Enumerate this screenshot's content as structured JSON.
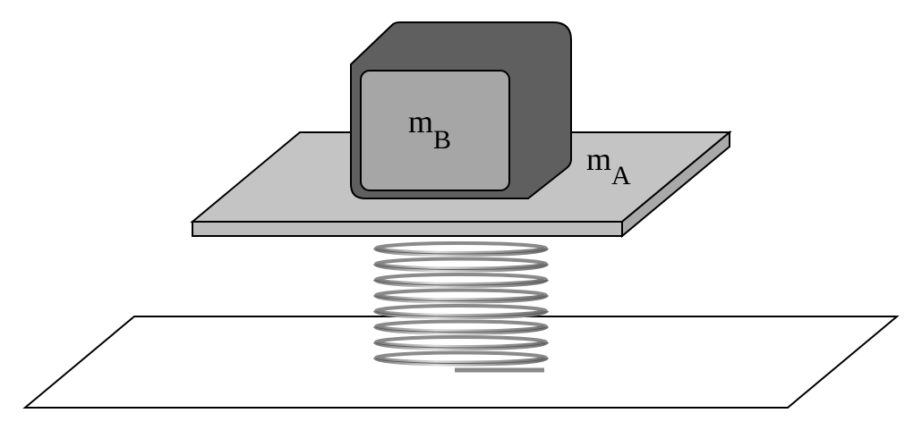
{
  "labels": {
    "block_b": {
      "main": "m",
      "sub": "B"
    },
    "plate_a": {
      "main": "m",
      "sub": "A"
    }
  },
  "colors": {
    "ground_fill": "#ffffff",
    "outline": "#000000",
    "plate_top": "#c4c4c4",
    "plate_edge": "#bdbdbd",
    "block_dark": "#5f5f5f",
    "block_face": "#a6a6a6",
    "spring_light": "#d9d9d9",
    "spring_mid": "#9a9a9a",
    "spring_dark": "#6f6f6f"
  }
}
